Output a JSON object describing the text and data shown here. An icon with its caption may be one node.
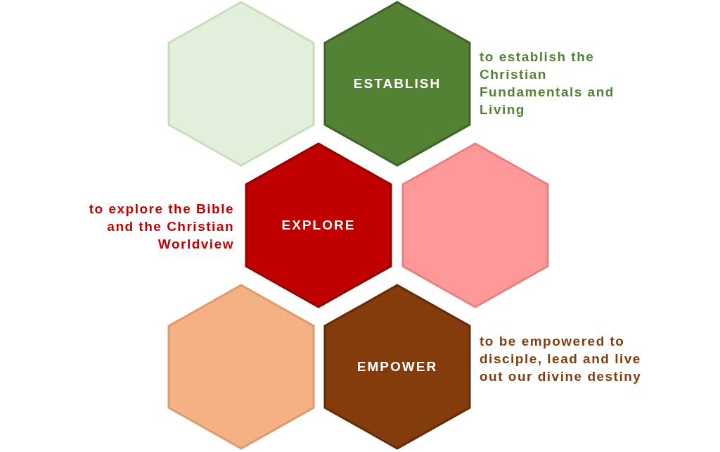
{
  "diagram": {
    "nodes": [
      {
        "text": [],
        "shape": "hexagon"
      },
      {
        "text": [
          "ESTABLISH"
        ],
        "beside": [
          "to establish the Christian Fundamentals and Living"
        ]
      },
      {
        "text": [
          "EXPLORE"
        ],
        "beside": [
          "to explore the Bible and the Christian Worldview"
        ]
      },
      {
        "text": [],
        "shape": "hexagon"
      },
      {
        "text": [],
        "shape": "hexagon"
      },
      {
        "text": [
          "EMPOWER"
        ],
        "beside": [
          "to be empowered to disciple, lead and live out our divine destiny"
        ]
      }
    ]
  }
}
